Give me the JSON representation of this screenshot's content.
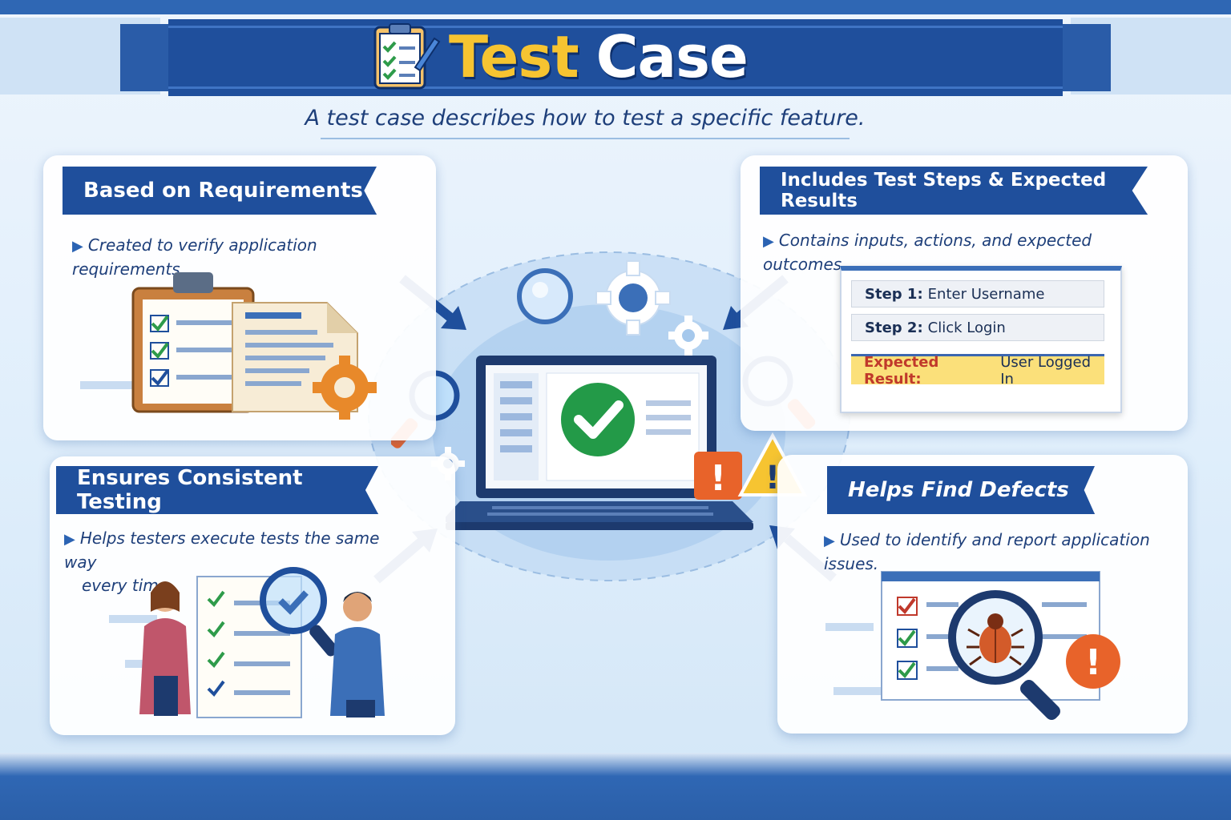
{
  "header": {
    "title_part1": "Test",
    "title_part2": "Case",
    "subtitle": "A test case describes how to test a specific feature."
  },
  "panels": {
    "requirements": {
      "heading": "Based on Requirements",
      "bullet": "Created to verify application requirements."
    },
    "steps": {
      "heading": "Includes Test Steps & Expected Results",
      "bullet": "Contains inputs, actions, and expected outcomes.",
      "step1_label": "Step 1:",
      "step1_value": "Enter Username",
      "step2_label": "Step 2:",
      "step2_value": "Click Login",
      "expected_label": "Expected Result:",
      "expected_value": "User Logged In"
    },
    "consistent": {
      "heading": "Ensures Consistent Testing",
      "bullet_line1": "Helps testers execute tests the same way",
      "bullet_line2": "every time."
    },
    "defects": {
      "heading": "Helps Find Defects",
      "bullet": "Used to identify and report application issues."
    }
  },
  "colors": {
    "navy": "#1f4f9c",
    "accent_yellow": "#f6c431",
    "check_green": "#2e9b4a",
    "warning_orange": "#e8632a"
  },
  "icons": [
    "clipboard-icon",
    "gear-icon",
    "magnifier-icon",
    "laptop-icon",
    "check-icon",
    "warning-icon",
    "bug-icon",
    "arrow-icon"
  ]
}
